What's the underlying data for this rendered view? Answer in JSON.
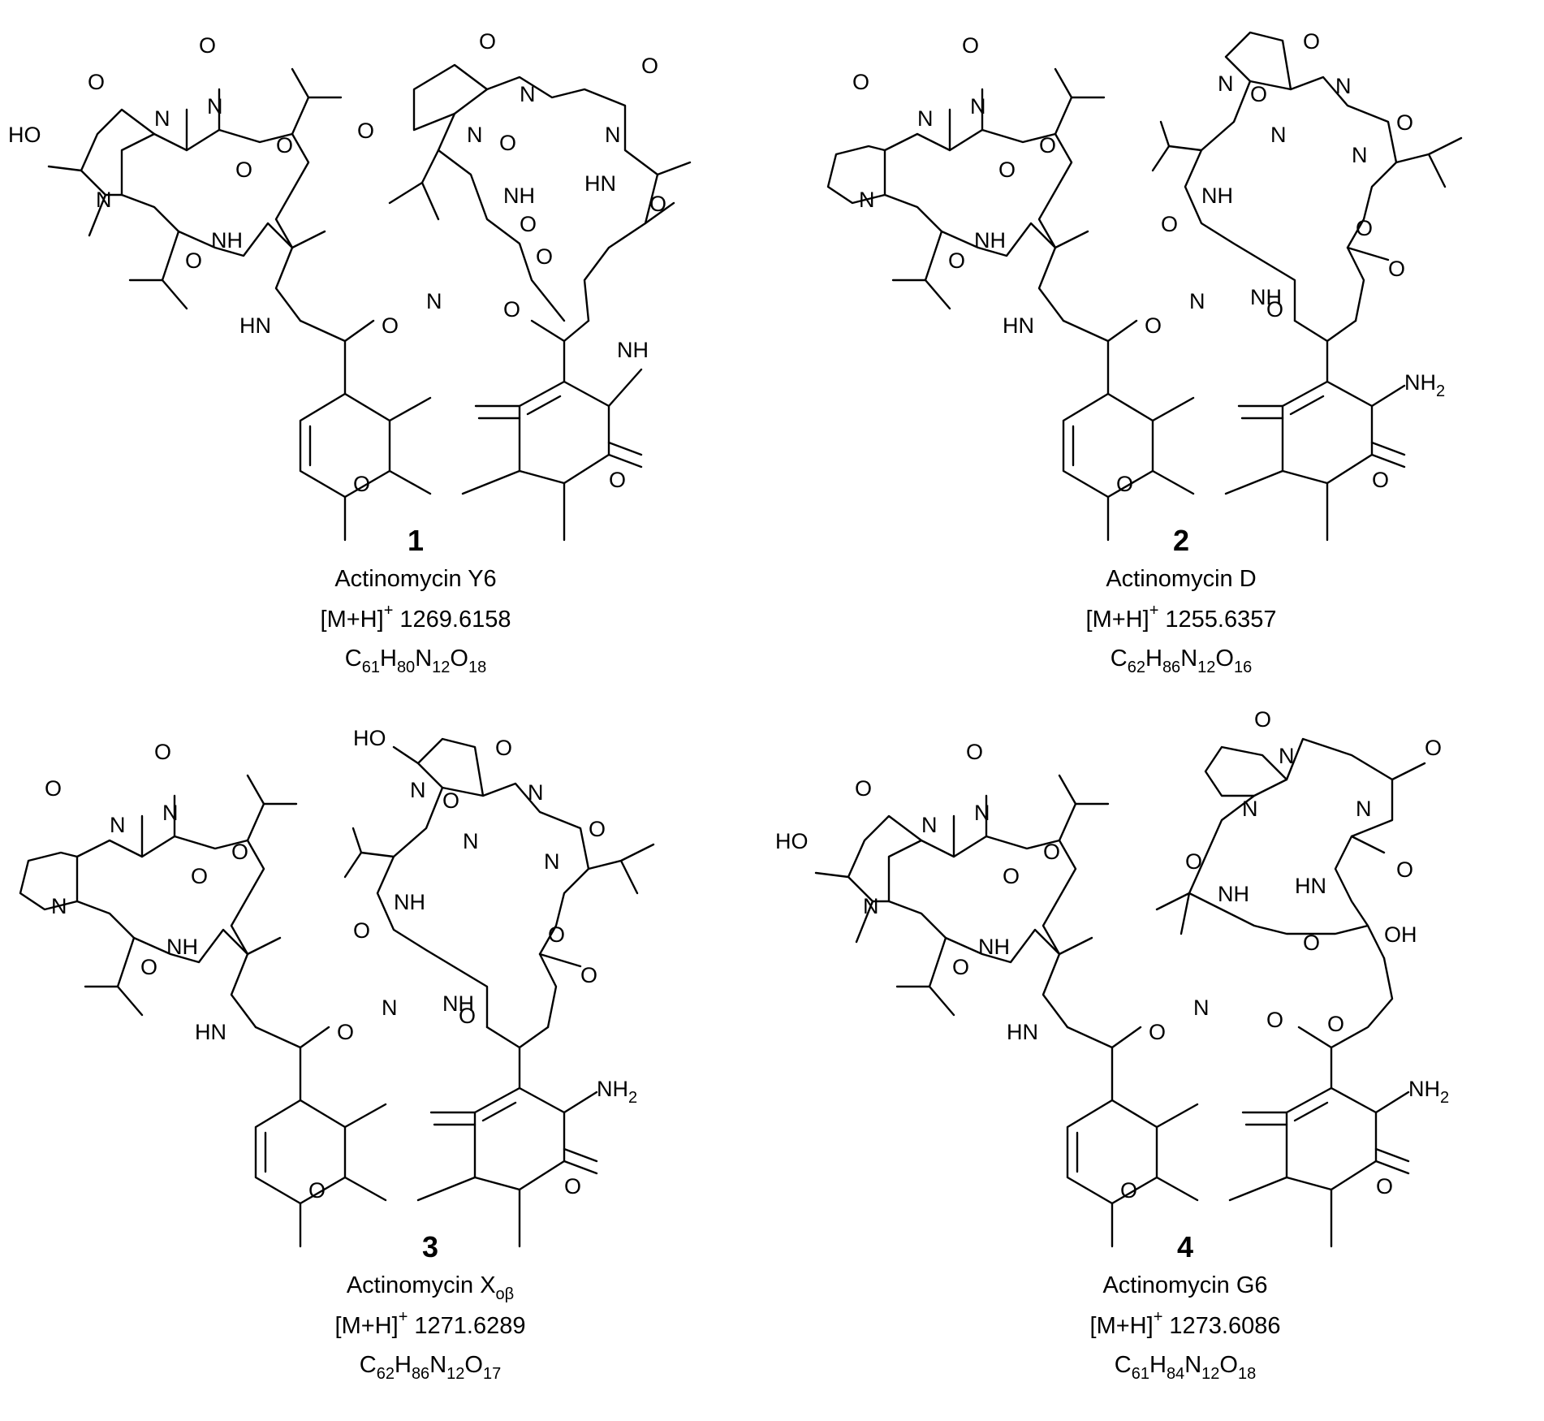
{
  "compounds": [
    {
      "number": "1",
      "name": "Actinomycin Y6",
      "ion": "[M+H]",
      "ion_charge": "+",
      "mass": "1269.6158",
      "formula": [
        [
          "C",
          ""
        ],
        [
          "H",
          ""
        ],
        [
          "N",
          ""
        ],
        [
          "O",
          ""
        ]
      ],
      "formula_text": "C61H80N12O18",
      "f": {
        "C": "C",
        "c": "61",
        "H": "H",
        "h": "80",
        "N": "N",
        "n": "12",
        "O": "O",
        "o": "18"
      }
    },
    {
      "number": "2",
      "name": "Actinomycin D",
      "ion": "[M+H]",
      "ion_charge": "+",
      "mass": "1255.6357",
      "f": {
        "C": "C",
        "c": "62",
        "H": "H",
        "h": "86",
        "N": "N",
        "n": "12",
        "O": "O",
        "o": "16"
      }
    },
    {
      "number": "3",
      "name_main": "Actinomycin X",
      "name_sub": "oβ",
      "ion": "[M+H]",
      "ion_charge": "+",
      "mass": "1271.6289",
      "f": {
        "C": "C",
        "c": "62",
        "H": "H",
        "h": "86",
        "N": "N",
        "n": "12",
        "O": "O",
        "o": "17"
      }
    },
    {
      "number": "4",
      "name": "Actinomycin G6",
      "ion": "[M+H]",
      "ion_charge": "+",
      "mass": "1273.6086",
      "f": {
        "C": "C",
        "c": "61",
        "H": "H",
        "h": "84",
        "N": "N",
        "n": "12",
        "O": "O",
        "o": "18"
      }
    }
  ],
  "atoms": {
    "O": "O",
    "N": "N",
    "HN": "HN",
    "NH": "NH",
    "HO": "HO",
    "OH": "OH",
    "NH2": "NH",
    "sub2": "2"
  }
}
